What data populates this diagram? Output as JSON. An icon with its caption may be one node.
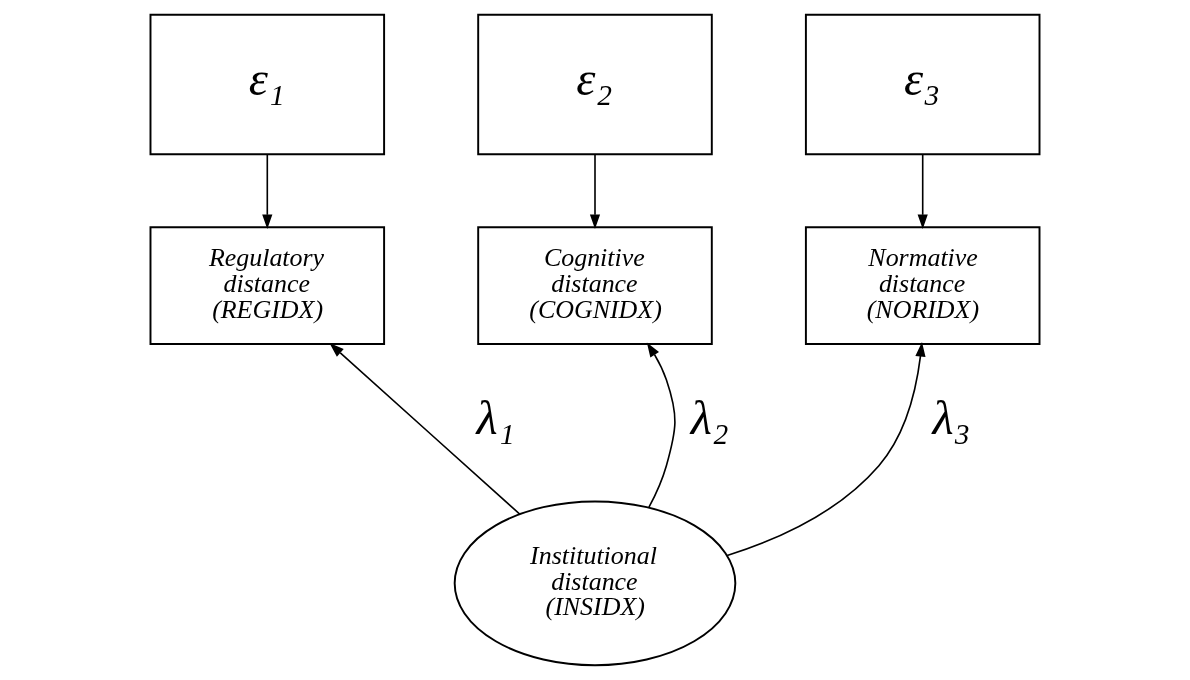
{
  "diagram": {
    "nodes": [
      {
        "text": [
          "ε₁"
        ]
      },
      {
        "text": [
          "ε₂"
        ]
      },
      {
        "text": [
          "ε₃"
        ]
      },
      {
        "text": [
          "Regulatory distance (REGIDX)"
        ]
      },
      {
        "text": [
          "Cognitive distance (COGNIDX)"
        ]
      },
      {
        "text": [
          "Normative distance (NORIDX)"
        ]
      },
      {
        "text": [
          "Institutional distance (INSIDX)"
        ]
      }
    ],
    "edges": [
      {
        "from": 0,
        "to": 3,
        "arrow": "to"
      },
      {
        "from": 1,
        "to": 4,
        "arrow": "to"
      },
      {
        "from": 2,
        "to": 5,
        "arrow": "to"
      },
      {
        "from": 6,
        "to": 3,
        "arrow": "to",
        "label": "λ₁"
      },
      {
        "from": 6,
        "to": 4,
        "arrow": "to",
        "label": "λ₂"
      },
      {
        "from": 6,
        "to": 5,
        "arrow": "to",
        "label": "λ₃"
      }
    ]
  }
}
